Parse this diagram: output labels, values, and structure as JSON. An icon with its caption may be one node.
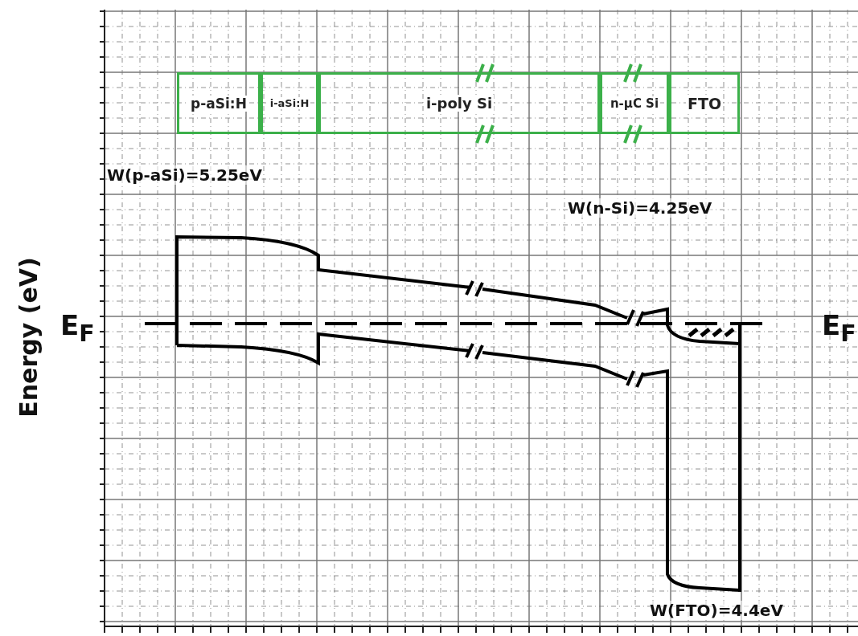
{
  "diagram": {
    "nodes": [
      {
        "text": [
          "p-aSi:H"
        ]
      },
      {
        "text": [
          "i-aSi:H"
        ]
      },
      {
        "text": [
          "i-poly Si"
        ]
      },
      {
        "text": [
          "n-μC Si"
        ]
      },
      {
        "text": [
          "FTO"
        ]
      }
    ],
    "labels": [
      "Energy (eV)",
      "E$_{F}$",
      "E$_{F}$",
      "W(p-aSi)=5.25eV",
      "W(n-Si)=4.25eV",
      "W(FTO)=4.4eV"
    ]
  }
}
